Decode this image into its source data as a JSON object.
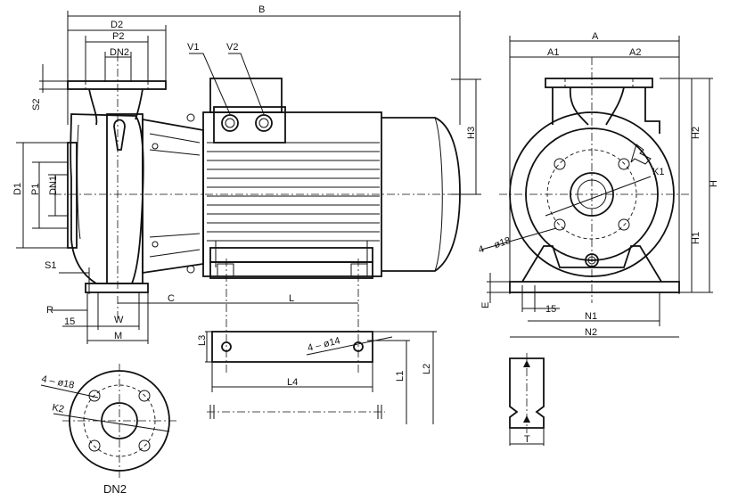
{
  "labels": {
    "B": "B",
    "D2": "D2",
    "P2": "P2",
    "DN2_top": "DN2",
    "V1": "V1",
    "V2": "V2",
    "S2": "S2",
    "D1": "D1",
    "P1": "P1",
    "DN1": "DN1",
    "S1": "S1",
    "H3": "H3",
    "R": "R",
    "C": "C",
    "L": "L",
    "W": "W",
    "M": "M",
    "fifteen_left": "15",
    "L3": "L3",
    "holes_base": "4 – ø14",
    "L4": "L4",
    "L1": "L1",
    "L2": "L2",
    "A": "A",
    "A1": "A1",
    "A2": "A2",
    "H2": "H2",
    "H": "H",
    "H1": "H1",
    "K1": "K1",
    "holes_end": "4 – ø18",
    "E": "E",
    "fifteen_right": "15",
    "N1": "N1",
    "N2": "N2",
    "T": "T",
    "holes_flange": "4 – ø18",
    "K2": "K2",
    "flange_caption": "DN2"
  }
}
